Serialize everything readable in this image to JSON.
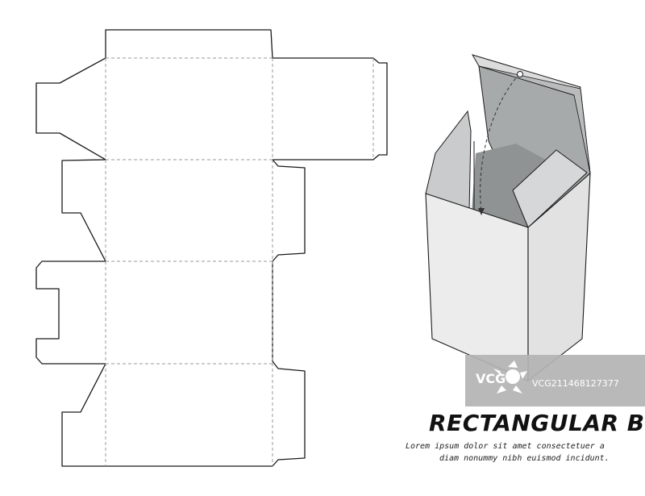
{
  "title": "RECTANGULAR BO",
  "subtitle_line1": "Lorem ipsum dolor sit amet consectetuer a",
  "subtitle_line2": "diam nonummy nibh euismod incidunt.",
  "watermark": {
    "logo_text": "VCG",
    "id_text": "VCG211468127377"
  },
  "colors": {
    "outline": "#1a1a1a",
    "fold_line": "#9a9a9a",
    "box_front": "#ececec",
    "box_side": "#e4e4e4",
    "box_inner": "#a7aaab",
    "box_inner_dark": "#8f9394",
    "watermark_bg": "#b3b3b3"
  }
}
